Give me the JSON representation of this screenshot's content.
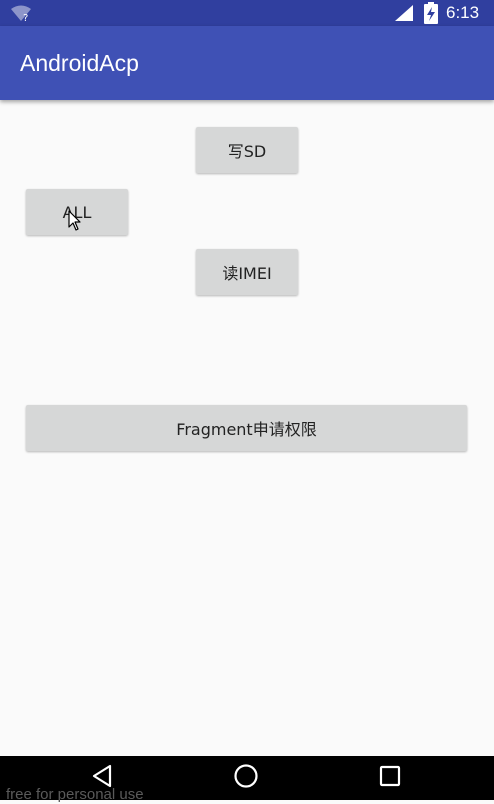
{
  "status_bar": {
    "time": "6:13",
    "wifi_icon": "wifi-unknown-icon",
    "signal_icon": "cell-signal-icon",
    "battery_icon": "battery-charging-icon"
  },
  "app_bar": {
    "title": "AndroidAcp"
  },
  "buttons": {
    "write_sd": "写SD",
    "all": "ALL",
    "read_imei": "读IMEI",
    "fragment_permission": "Fragment申请权限"
  },
  "nav_bar": {
    "back_icon": "back-triangle-icon",
    "home_icon": "home-circle-icon",
    "recents_icon": "recents-square-icon"
  },
  "watermark": "free for personal use",
  "colors": {
    "status_bar": "#303f9f",
    "app_bar": "#3f51b5",
    "background": "#fafafa",
    "button": "#d6d7d7",
    "nav_bar": "#000000"
  }
}
